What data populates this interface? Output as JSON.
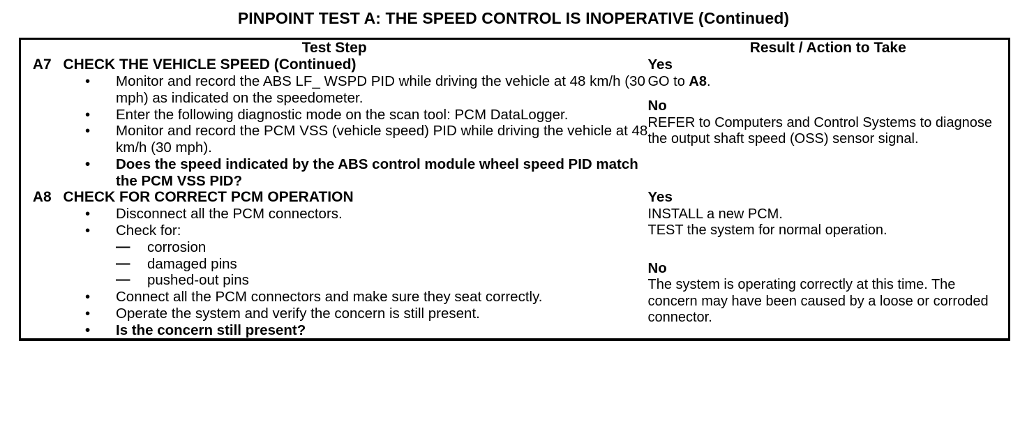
{
  "document": {
    "title": "PINPOINT TEST  A: THE SPEED CONTROL IS INOPERATIVE (Continued)"
  },
  "table": {
    "headers": {
      "id": "",
      "test_step": "Test Step",
      "result": "Result / Action to Take"
    },
    "sections": [
      {
        "id": "A7",
        "title": "CHECK THE VEHICLE SPEED (Continued)",
        "bullets": [
          {
            "marker": "•",
            "text": "Monitor and record the ABS LF_ WSPD PID while driving the vehicle at 48 km/h (30 mph) as indicated on the speedometer.",
            "bold": false
          },
          {
            "marker": "•",
            "text": "Enter the following diagnostic mode on the scan tool: PCM DataLogger.",
            "bold": false
          },
          {
            "marker": "•",
            "text": "Monitor and record the PCM VSS (vehicle speed) PID while driving the vehicle at 48 km/h (30 mph).",
            "bold": false
          },
          {
            "marker": "•",
            "text": "Does the speed indicated by the ABS control module wheel speed PID match the PCM VSS PID?",
            "bold": true
          }
        ],
        "result": {
          "yes_label": "Yes",
          "yes_text_pre": "GO to ",
          "yes_text_bold": "A8",
          "yes_text_post": ".",
          "no_label": "No",
          "no_text": "REFER to Computers and Control Systems to diagnose the output shaft speed (OSS) sensor signal."
        }
      },
      {
        "id": "A8",
        "title": "CHECK FOR CORRECT PCM OPERATION",
        "bullets": [
          {
            "marker": "•",
            "text": "Disconnect all the PCM connectors.",
            "bold": false
          },
          {
            "marker": "•",
            "text": "Check for:",
            "bold": false,
            "sub": [
              {
                "marker": "—",
                "text": "corrosion"
              },
              {
                "marker": "—",
                "text": "damaged pins"
              },
              {
                "marker": "—",
                "text": "pushed-out pins"
              }
            ]
          },
          {
            "marker": "•",
            "text": "Connect all the PCM connectors and make sure they seat correctly.",
            "bold": false
          },
          {
            "marker": "•",
            "text": "Operate the system and verify the concern is still present.",
            "bold": false
          },
          {
            "marker": "•",
            "text": "Is the concern still present?",
            "bold": true
          }
        ],
        "result": {
          "yes_label": "Yes",
          "yes_line1": "INSTALL a new PCM.",
          "yes_line2": "TEST the system for normal operation.",
          "no_label": "No",
          "no_text": "The system is operating correctly at this time. The concern may have been caused by a loose or corroded connector."
        }
      }
    ]
  },
  "colors": {
    "ink": "#000000",
    "paper": "#ffffff"
  }
}
